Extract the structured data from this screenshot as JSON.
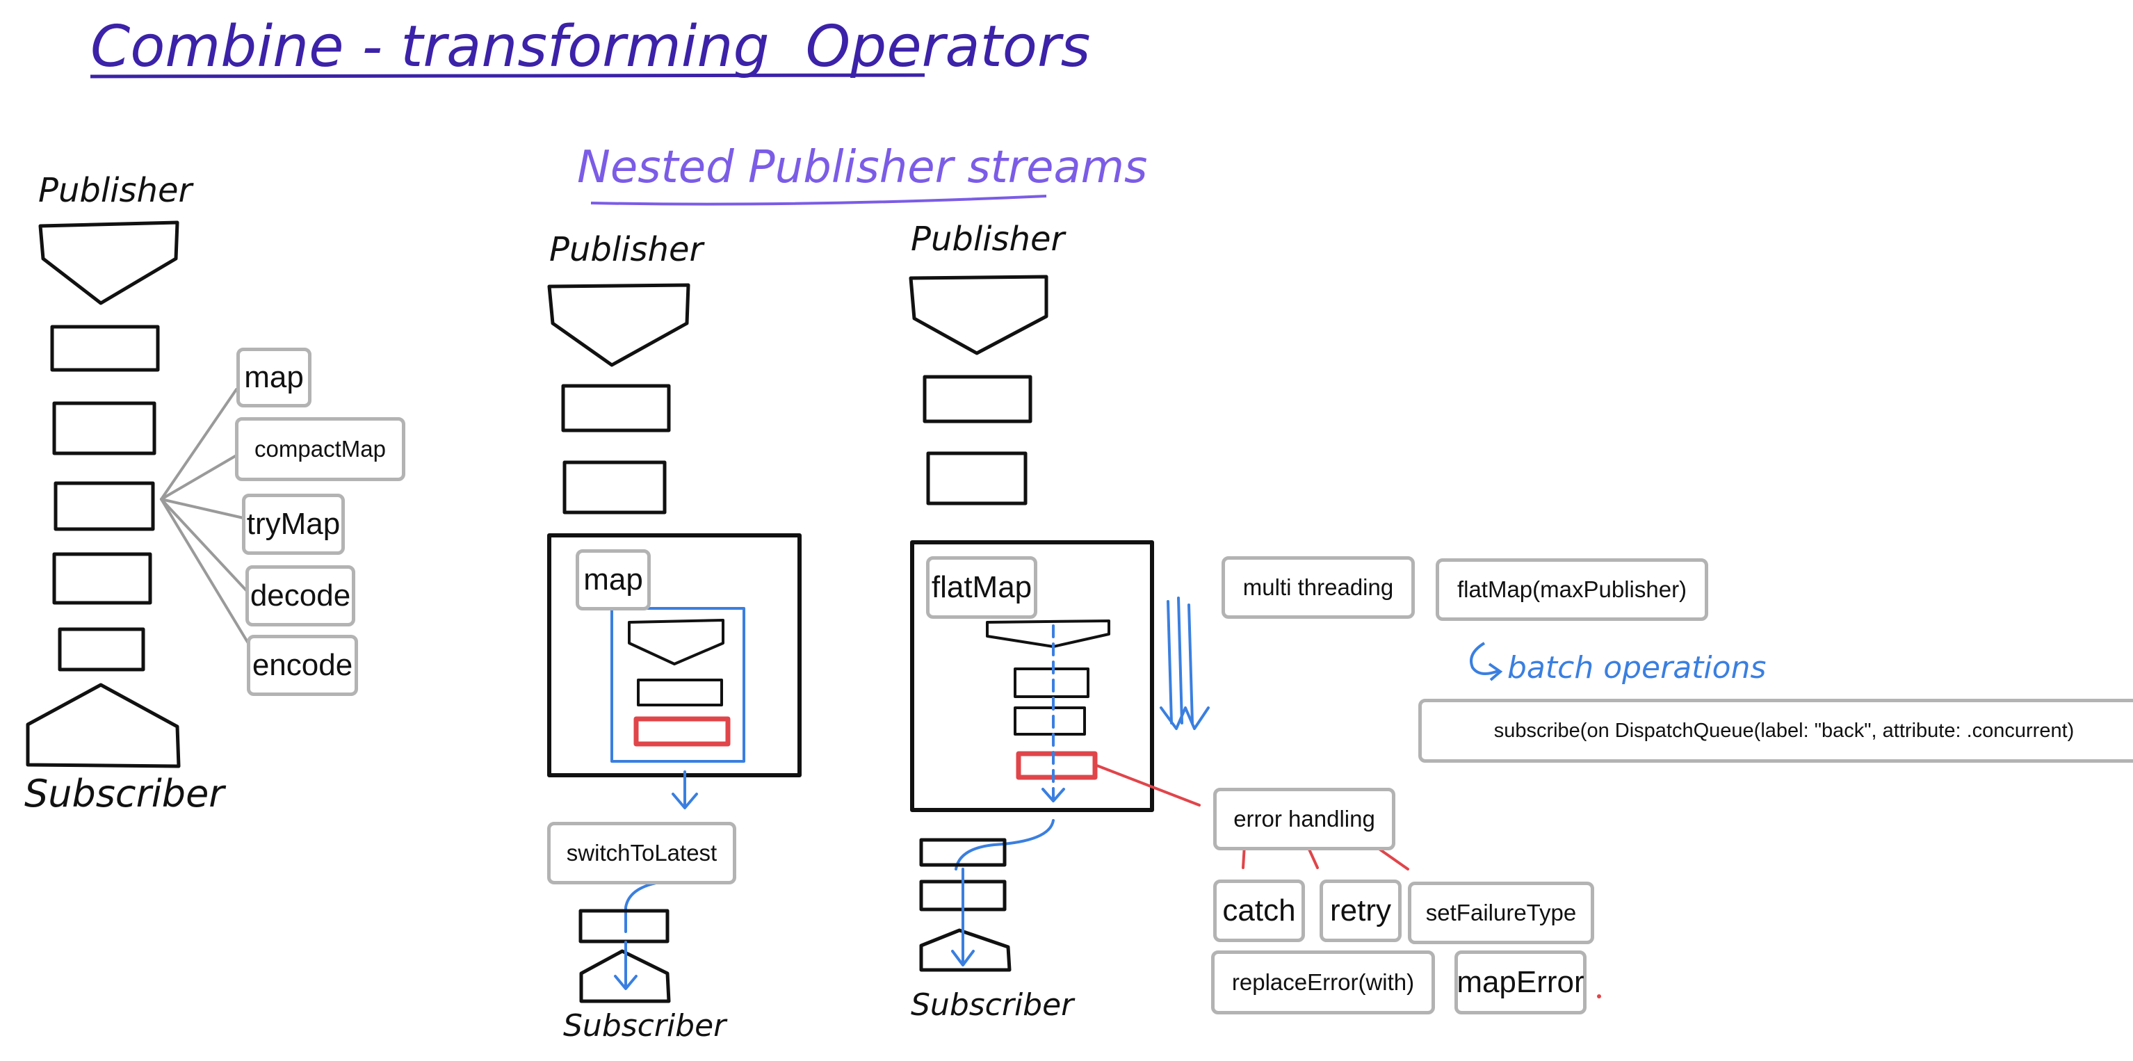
{
  "title": "Combine - transforming  Operators",
  "section_title": "Nested Publisher streams",
  "colors": {
    "title": "#3b22a8",
    "section_title": "#7b5ce6",
    "ink": "#111111",
    "chip_border": "#b3b3b3",
    "blue_stream": "#3a7fe0",
    "red_error": "#e0454a",
    "batch_note": "#3a7fe0"
  },
  "diagram_left": {
    "publisher_label": "Publisher",
    "subscriber_label": "Subscriber",
    "operators": [
      "map",
      "compactMap",
      "tryMap",
      "decode",
      "encode"
    ]
  },
  "diagram_middle": {
    "publisher_label": "Publisher",
    "inner_operator": "map",
    "outer_operator": "switchToLatest",
    "subscriber_label": "Subscriber"
  },
  "diagram_right": {
    "publisher_label": "Publisher",
    "inner_operator": "flatMap",
    "subscriber_label": "Subscriber",
    "threading": {
      "label": "multi threading",
      "flatmap_max": "flatMap(maxPublisher)",
      "batch_note": "batch operations",
      "subscribe_on": "subscribe(on DispatchQueue(label: \"back\", attribute: .concurrent)"
    },
    "error_handling": {
      "label": "error handling",
      "operators": [
        "catch",
        "retry",
        "setFailureType",
        "replaceError(with)",
        "mapError"
      ]
    }
  }
}
